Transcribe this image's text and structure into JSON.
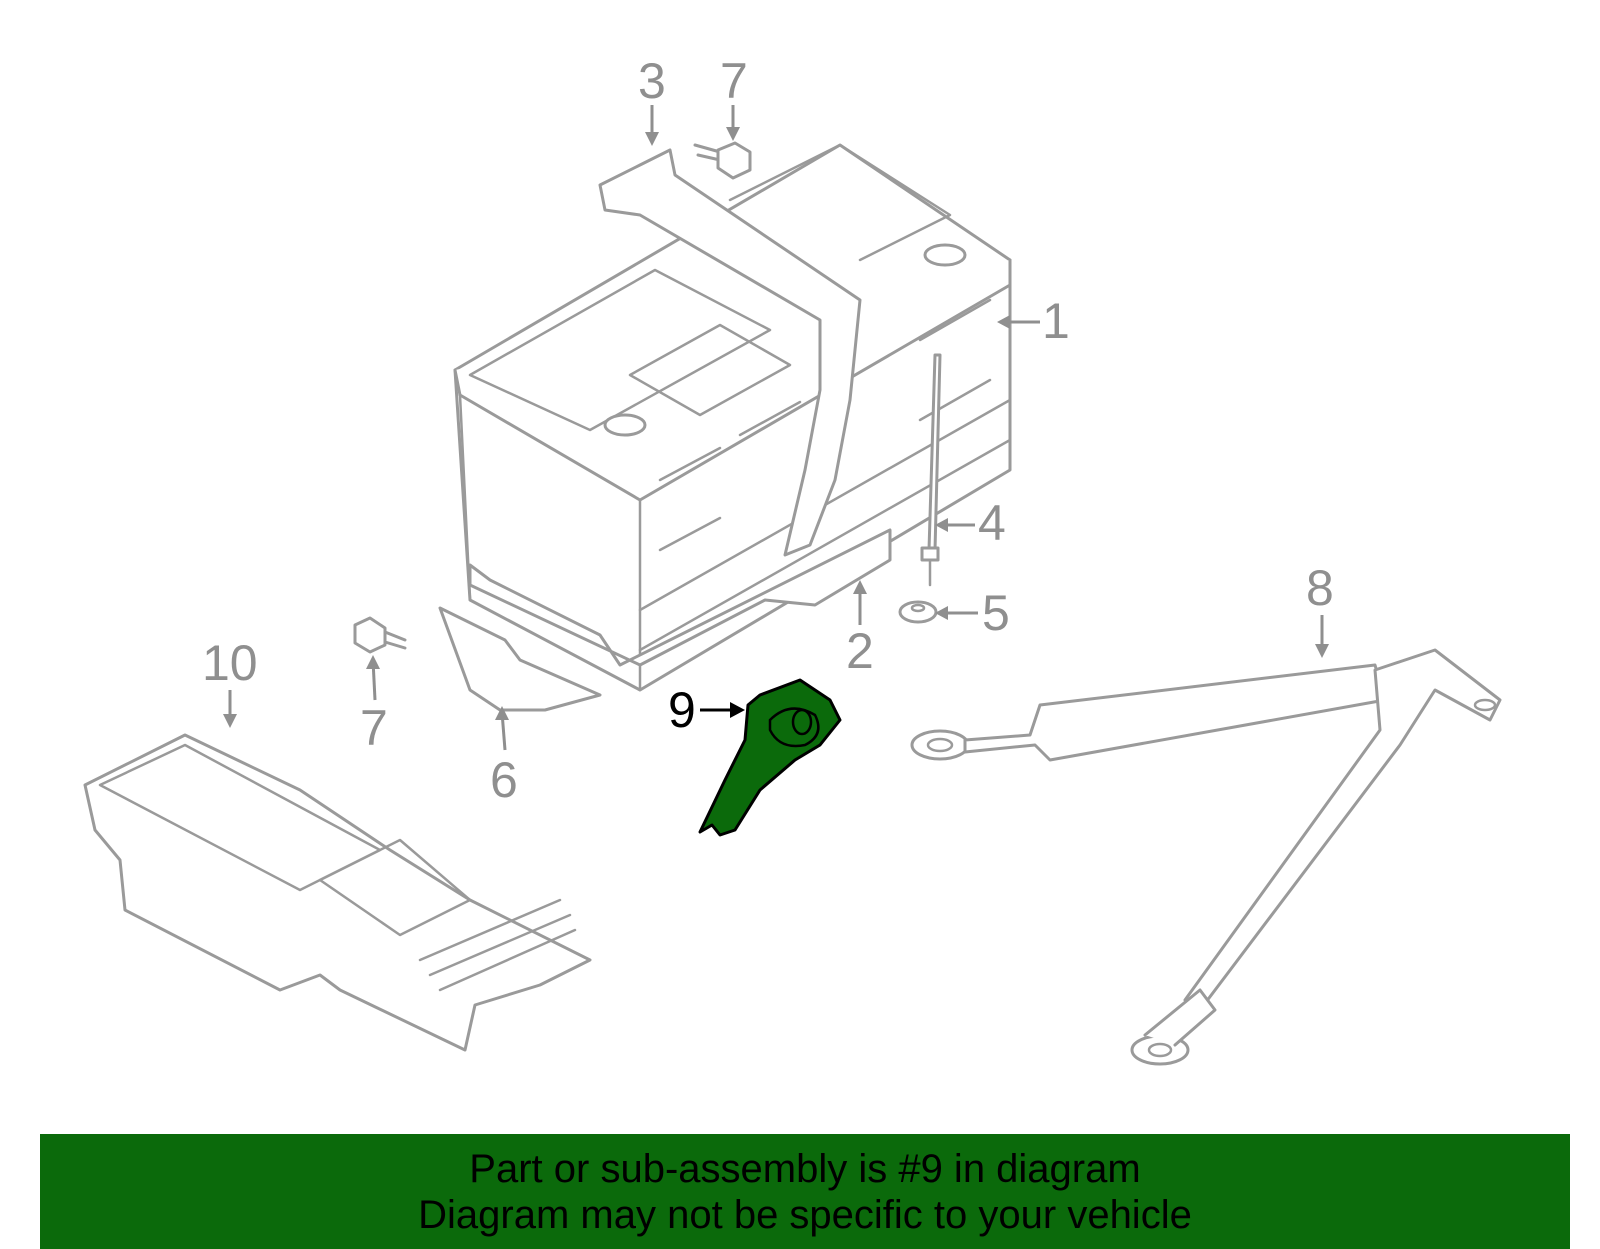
{
  "diagram": {
    "highlight_color": "#0b6a0b",
    "callouts": [
      {
        "id": "1",
        "label": "1"
      },
      {
        "id": "2",
        "label": "2"
      },
      {
        "id": "3",
        "label": "3"
      },
      {
        "id": "4",
        "label": "4"
      },
      {
        "id": "5",
        "label": "5"
      },
      {
        "id": "6",
        "label": "6"
      },
      {
        "id": "7a",
        "label": "7"
      },
      {
        "id": "7b",
        "label": "7"
      },
      {
        "id": "8",
        "label": "8"
      },
      {
        "id": "9",
        "label": "9"
      },
      {
        "id": "10",
        "label": "10"
      }
    ]
  },
  "banner": {
    "line1": "Part or sub-assembly is #9 in diagram",
    "line2": "Diagram may not be specific to your vehicle"
  }
}
